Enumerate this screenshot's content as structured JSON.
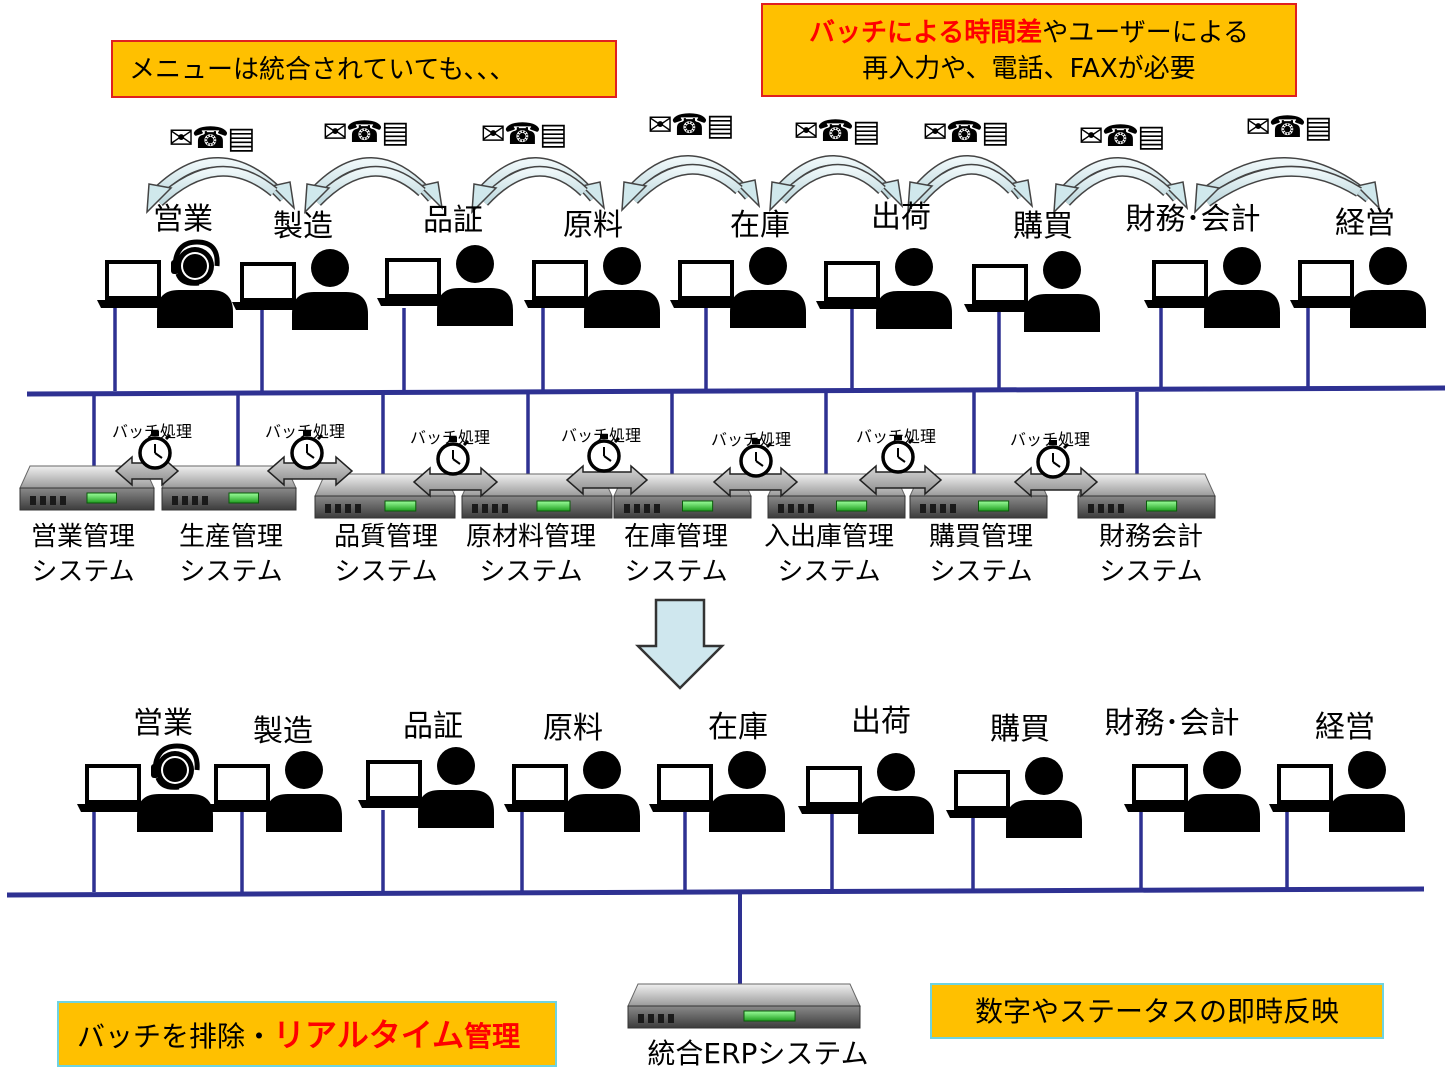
{
  "callouts": {
    "menu": "メニューは統合されていても、、、",
    "batch_red": "バッチによる時間差",
    "batch_rest": "やユーザーによる",
    "batch_line2": "再入力や、電話、FAXが必要",
    "bottom_left_normal": "バッチを排除・",
    "bottom_left_red": "リアルタイム",
    "bottom_left_tail": "管理",
    "bottom_right": "数字やステータスの即時反映"
  },
  "comm_icons": "✉☎▤",
  "departments": [
    "営業",
    "製造",
    "品証",
    "原料",
    "在庫",
    "出荷",
    "購買",
    "財務･会計",
    "経営"
  ],
  "batch_label": "バッチ処理",
  "systems": [
    {
      "line1": "営業管理",
      "line2": "システム"
    },
    {
      "line1": "生産管理",
      "line2": "システム"
    },
    {
      "line1": "品質管理",
      "line2": "システム"
    },
    {
      "line1": "原材料管理",
      "line2": "システム"
    },
    {
      "line1": "在庫管理",
      "line2": "システム"
    },
    {
      "line1": "入出庫管理",
      "line2": "システム"
    },
    {
      "line1": "購買管理",
      "line2": "システム"
    },
    {
      "line1": "財務会計",
      "line2": "システム"
    }
  ],
  "erp_label": "統合ERPシステム",
  "icons": {
    "person": "person-icon",
    "headset_person": "headset-person-icon",
    "laptop": "laptop-icon",
    "server": "server-icon",
    "stopwatch": "stopwatch-icon",
    "arrow": "curved-arrow-icon",
    "down_arrow": "down-arrow-icon"
  },
  "colors": {
    "callout_fill": "#FFC000",
    "callout_border_red": "#E02020",
    "callout_border_cyan": "#6FD3E0",
    "network_line": "#2E3192",
    "arrow_fill": "#D0E8EC",
    "highlight_text": "#FF0000"
  }
}
